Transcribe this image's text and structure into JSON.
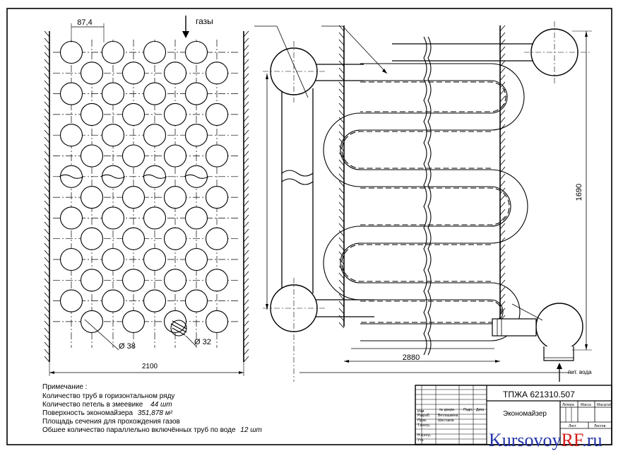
{
  "left_view": {
    "pitch_dimension": "87,4",
    "gas_label": "газы",
    "outer_diameter_label": "Ø 38",
    "inner_diameter_label": "Ø 32",
    "width_dimension": "2100"
  },
  "right_view": {
    "length_dimension": "2880",
    "height_dimension": "1690",
    "water_label": "пит. вода"
  },
  "notes": {
    "heading": "Примечание :",
    "lines": [
      {
        "text": "Количество труб в горизонтальном ряду",
        "value": ""
      },
      {
        "text": "Количество петель в змеевике",
        "value": "44 шт"
      },
      {
        "text": "Поверхность экономайзера",
        "value": "351,878 м²"
      },
      {
        "text": "Площадь сечения для прохождения газов",
        "value": ""
      },
      {
        "text": "Обшее количество параллельно включённых труб по воде",
        "value": "12 шт"
      }
    ]
  },
  "title_block": {
    "doc_code": "ТПЖА  621310.507",
    "title": "Экономайзер",
    "col_letter": "Литера",
    "col_mass": "Масса",
    "col_scale": "Масштаб",
    "sheet": "Лист",
    "sheets": "Листов",
    "rows": [
      "Изм",
      "Разраб.",
      "Пров.",
      "Т.контр.",
      "",
      "Н.контр.",
      "Утв."
    ],
    "cols": [
      "№ докум.",
      "Подп.",
      "Дата"
    ],
    "names": [
      "",
      "Ветлашкина",
      "Шестаков"
    ]
  },
  "watermark": {
    "part1": "Kursovoy",
    "part2": "RF",
    "part3": ".ru"
  }
}
